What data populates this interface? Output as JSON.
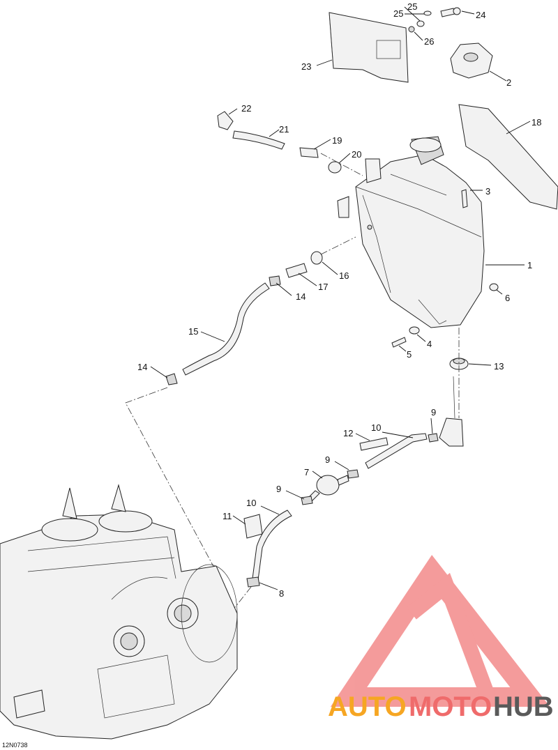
{
  "diagram_id": "12N0738",
  "callouts": [
    "1",
    "2",
    "3",
    "4",
    "5",
    "6",
    "7",
    "8",
    "9",
    "9",
    "9",
    "10",
    "10",
    "11",
    "12",
    "13",
    "14",
    "14",
    "15",
    "16",
    "17",
    "18",
    "19",
    "20",
    "21",
    "22",
    "23",
    "24",
    "25",
    "25",
    "26"
  ],
  "logo": {
    "auto": "AUTO",
    "moto": "MOTO",
    "hub": "HUB",
    "colors": {
      "auto": "#f6a623",
      "moto": "#ef6b6b",
      "hub": "#5a5a5a",
      "triangle": "#ec4a4a"
    }
  }
}
